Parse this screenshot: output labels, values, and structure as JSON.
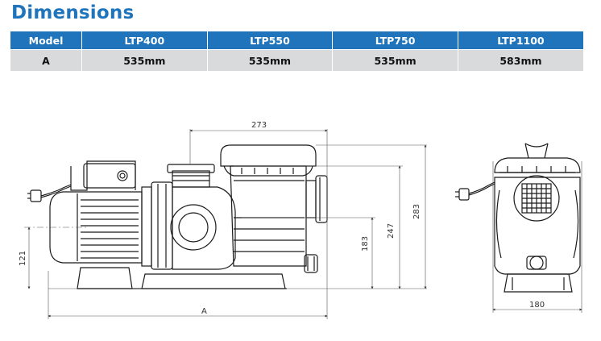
{
  "title": "Dimensions",
  "table": {
    "headers": [
      "Model",
      "LTP400",
      "LTP550",
      "LTP750",
      "LTP1100"
    ],
    "rows": [
      [
        "A",
        "535mm",
        "535mm",
        "535mm",
        "583mm"
      ]
    ]
  },
  "drawing": {
    "dim_273": "273",
    "dim_283": "283",
    "dim_247": "247",
    "dim_183": "183",
    "dim_121": "121",
    "dim_A": "A",
    "dim_180": "180"
  },
  "colors": {
    "accent": "#1f74bb",
    "row_bg": "#d9dadc",
    "line": "#1a1a1a"
  }
}
